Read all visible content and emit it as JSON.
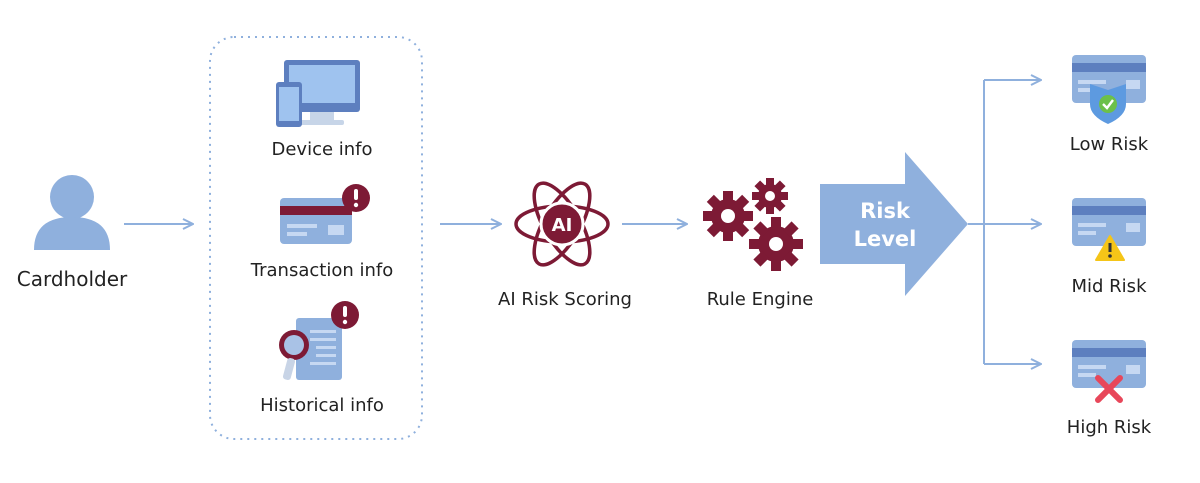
{
  "colors": {
    "blue": "#8fb0dd",
    "blue_dark": "#5d7fbf",
    "maroon": "#7d1a35",
    "green": "#6cc04a",
    "yellow": "#f5c518",
    "red": "#e8475a",
    "connector": "#8fb0dd",
    "dotted_border": "#8fb0dd"
  },
  "source": {
    "label": "Cardholder",
    "icon": "person-icon"
  },
  "inputs": {
    "items": [
      {
        "label": "Device info",
        "icon": "devices-icon"
      },
      {
        "label": "Transaction info",
        "icon": "credit-card-alert-icon"
      },
      {
        "label": "Historical info",
        "icon": "document-search-alert-icon"
      }
    ]
  },
  "process": {
    "scoring": {
      "label": "AI Risk Scoring",
      "icon": "ai-atom-icon",
      "badge": "AI"
    },
    "rules": {
      "label": "Rule Engine",
      "icon": "gears-icon"
    }
  },
  "big_arrow": {
    "line1": "Risk",
    "line2": "Level"
  },
  "outcomes": [
    {
      "label": "Low Risk",
      "icon": "card-shield-check-icon"
    },
    {
      "label": "Mid Risk",
      "icon": "card-warning-icon"
    },
    {
      "label": "High Risk",
      "icon": "card-x-icon"
    }
  ]
}
